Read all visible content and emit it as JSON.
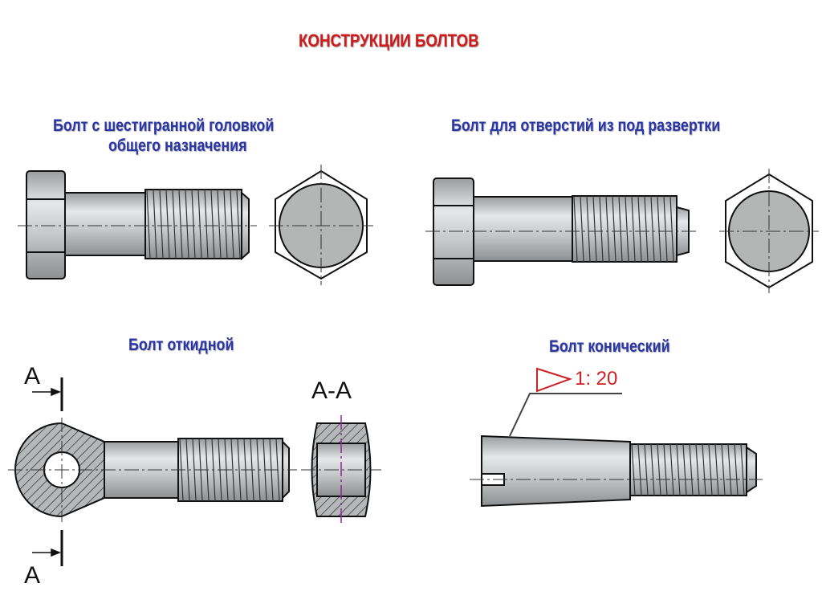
{
  "title": "КОНСТРУКЦИИ  БОЛТОВ",
  "bolts": [
    {
      "caption_line1": "Болт с шестигранной  головкой",
      "caption_line2": "общего назначения"
    },
    {
      "caption_line1": "Болт  для отверстий из под развертки"
    },
    {
      "caption_line1": "Болт откидной",
      "section_mark_top": "А",
      "section_mark_bottom": "А",
      "section_label": "А-А"
    },
    {
      "caption_line1": "Болт конический",
      "taper_label": "1: 20"
    }
  ],
  "colors": {
    "title": "#d11a1a",
    "caption": "#2a35a8",
    "metal": "#c8cacb",
    "taper": "#cc2222",
    "section_axis": "#8a2a9a"
  }
}
